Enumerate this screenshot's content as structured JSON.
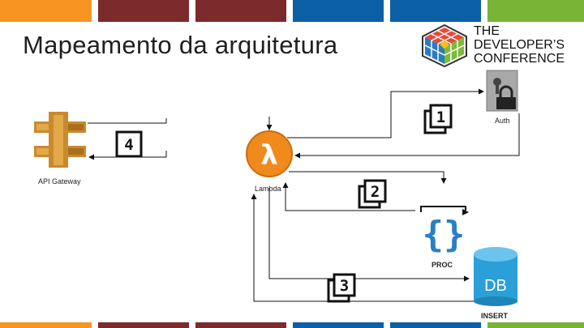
{
  "slide": {
    "title": "Mapeamento da arquitetura"
  },
  "logo": {
    "line1": "THE",
    "line2": "DEVELOPER’S",
    "line3": "CONFERENCE"
  },
  "nodes": {
    "api_gateway": "API Gateway",
    "lambda": "Lambda",
    "auth": "Auth",
    "proc": "PROC",
    "db": "INSERT",
    "db_icon_text": "DB"
  },
  "steps": [
    "1",
    "2",
    "3",
    "4"
  ],
  "colors": {
    "orange": "#f79422",
    "red": "#7b2b2b",
    "blue": "#0b5fa5",
    "green": "#79b437",
    "db_blue": "#2a9fd8",
    "lambda_orange": "#f08a1d",
    "gateway_gold": "#c98a2d"
  }
}
